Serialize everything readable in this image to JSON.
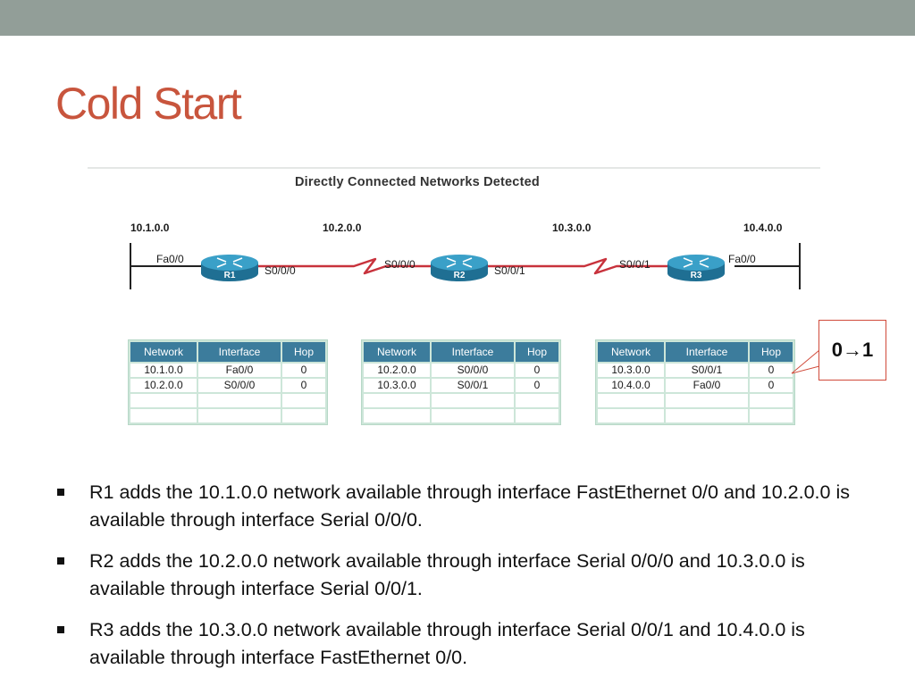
{
  "slide": {
    "title": "Cold Start"
  },
  "figure": {
    "title": "Directly Connected Networks Detected",
    "networks": [
      "10.1.0.0",
      "10.2.0.0",
      "10.3.0.0",
      "10.4.0.0"
    ],
    "routers": [
      {
        "name": "R1",
        "left_iface": "Fa0/0",
        "right_iface": "S0/0/0"
      },
      {
        "name": "R2",
        "left_iface": "S0/0/0",
        "right_iface": "S0/0/1"
      },
      {
        "name": "R3",
        "left_iface": "S0/0/1",
        "right_iface": "Fa0/0"
      }
    ],
    "colors": {
      "router_body": "#2d8ab0",
      "serial_link": "#c8323c",
      "table_header": "#3c7c9c"
    }
  },
  "tables": [
    {
      "headers": [
        "Network",
        "Interface",
        "Hop"
      ],
      "rows": [
        [
          "10.1.0.0",
          "Fa0/0",
          "0"
        ],
        [
          "10.2.0.0",
          "S0/0/0",
          "0"
        ]
      ]
    },
    {
      "headers": [
        "Network",
        "Interface",
        "Hop"
      ],
      "rows": [
        [
          "10.2.0.0",
          "S0/0/0",
          "0"
        ],
        [
          "10.3.0.0",
          "S0/0/1",
          "0"
        ]
      ]
    },
    {
      "headers": [
        "Network",
        "Interface",
        "Hop"
      ],
      "rows": [
        [
          "10.3.0.0",
          "S0/0/1",
          "0"
        ],
        [
          "10.4.0.0",
          "Fa0/0",
          "0"
        ]
      ]
    }
  ],
  "callout": {
    "from": "0",
    "arrow": "→",
    "to": "1"
  },
  "bullets": [
    "R1 adds the 10.1.0.0 network available through interface FastEthernet 0/0 and 10.2.0.0 is available through interface Serial 0/0/0.",
    "R2 adds the 10.2.0.0 network available through interface Serial 0/0/0 and 10.3.0.0 is available through interface Serial 0/0/1.",
    "R3 adds the 10.3.0.0 network available through interface Serial 0/0/1 and 10.4.0.0 is available through interface FastEthernet 0/0."
  ],
  "icons": {
    "router": "router-icon",
    "bullet": "square-bullet-icon"
  }
}
